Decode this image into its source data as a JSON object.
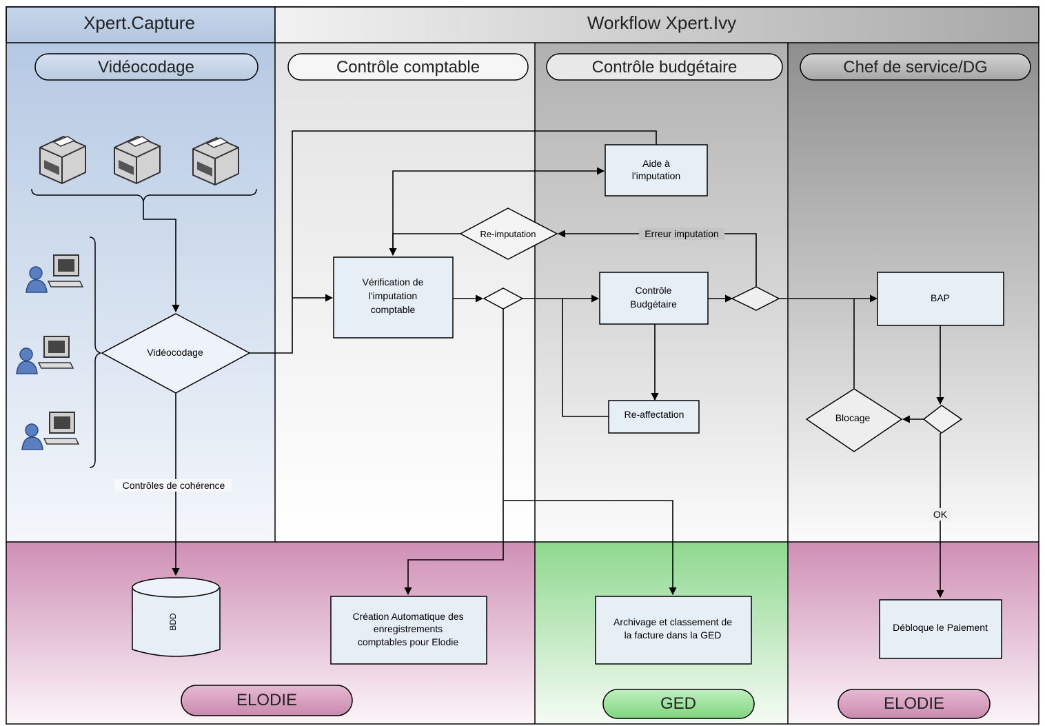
{
  "header": {
    "left_title": "Xpert.Capture",
    "right_title": "Workflow Xpert.Ivy"
  },
  "lanes": [
    {
      "label": "Vidéocodage"
    },
    {
      "label": "Contrôle comptable"
    },
    {
      "label": "Contrôle budgétaire"
    },
    {
      "label": "Chef de service/DG"
    }
  ],
  "systems": [
    {
      "label": "ELODIE"
    },
    {
      "label": "GED"
    },
    {
      "label": "ELODIE"
    }
  ],
  "nodes": {
    "videocodage": "Vidéocodage",
    "reimputation": "Re-imputation",
    "aide_line1": "Aide à",
    "aide_line2": "l'imputation",
    "verif_line1": "Vérification de",
    "verif_line2": "l'imputation",
    "verif_line3": "comptable",
    "controle_line1": "Contrôle",
    "controle_line2": "Budgétaire",
    "reaffectation": "Re-affectation",
    "bap": "BAP",
    "blocage": "Blocage",
    "bdd": "BDD",
    "creation_line1": "Création Automatique des",
    "creation_line2": "enregistrements",
    "creation_line3": "comptables pour Elodie",
    "archivage_line1": "Archivage et classement de",
    "archivage_line2": "la facture dans la GED",
    "debloque": "Débloque le Paiement"
  },
  "edge_labels": {
    "erreur": "Erreur imputation",
    "coherence": "Contrôles de cohérence",
    "ok": "OK"
  },
  "icons": {
    "scanners": [
      "scanner-icon",
      "scanner-icon",
      "scanner-icon"
    ],
    "operators": [
      "user-workstation-icon",
      "user-workstation-icon",
      "user-workstation-icon"
    ]
  },
  "colors": {
    "blue_lane": "#b9cce4",
    "grey_mid": "#b4b4b4",
    "grey_dark": "#9a9a9a",
    "pink": "#d9a7c4",
    "green": "#a6dca6",
    "box_fill": "#e6eef6"
  }
}
